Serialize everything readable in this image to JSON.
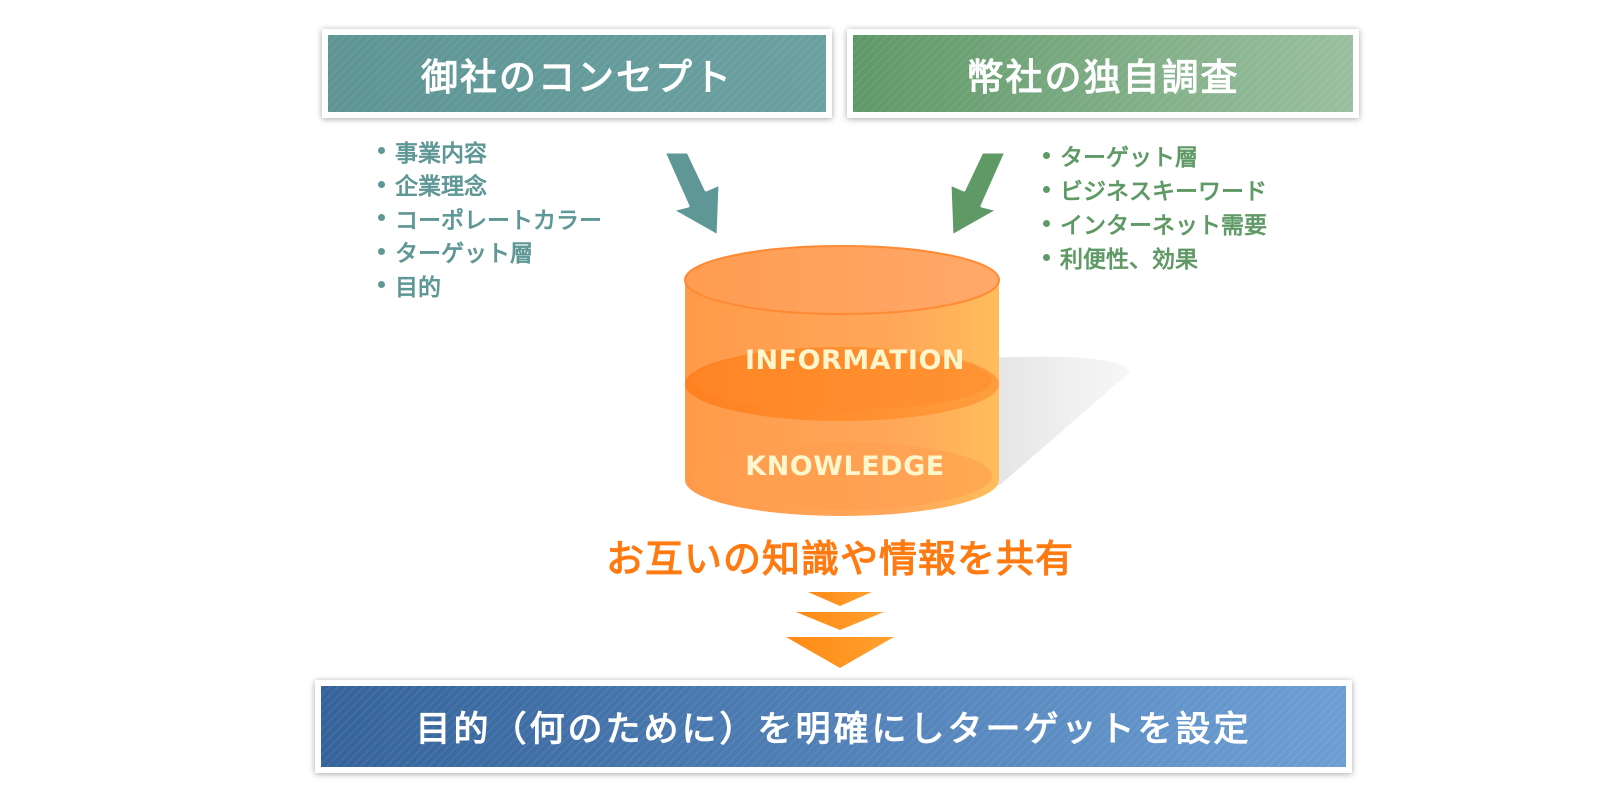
{
  "boxes": {
    "left_title": "御社のコンセプト",
    "right_title": "幣社の独自調査",
    "bottom_title": "目的（何のために）を明確にしターゲットを設定"
  },
  "left_list": [
    "事業内容",
    "企業理念",
    "コーポレートカラー",
    "ターゲット層",
    "目的"
  ],
  "right_list": [
    "ターゲット層",
    "ビジネスキーワード",
    "インターネット需要",
    "利便性、効果"
  ],
  "database": {
    "upper_label": "INFORMATION",
    "lower_label": "KNOWLEDGE"
  },
  "share_text": "お互いの知識や情報を共有",
  "colors": {
    "left_teal": "#5f9696",
    "right_green": "#5f9a66",
    "orange": "#ff7a10",
    "bottom_blue": "#34629a"
  }
}
